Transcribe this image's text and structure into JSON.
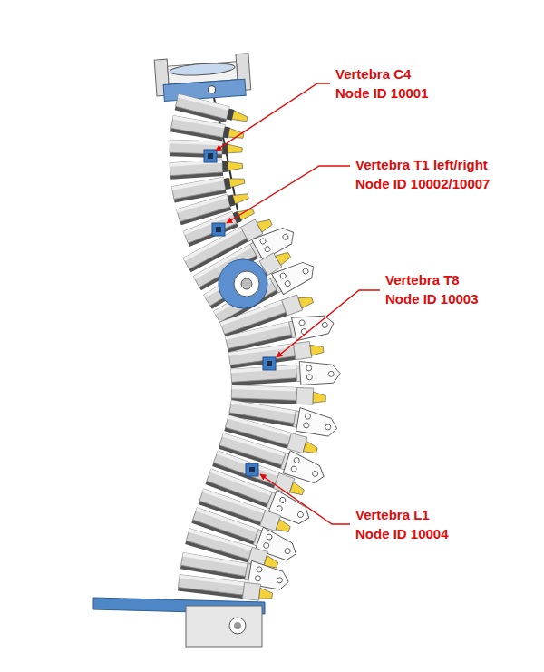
{
  "diagram": {
    "labels": [
      "Vertebra C4",
      "Node ID 10001",
      "Vertebra T1 left/right",
      "Node ID 10002/10007",
      "Vertebra T8",
      "Node ID 10003",
      "Vertebra L1",
      "Node ID 10004"
    ]
  }
}
